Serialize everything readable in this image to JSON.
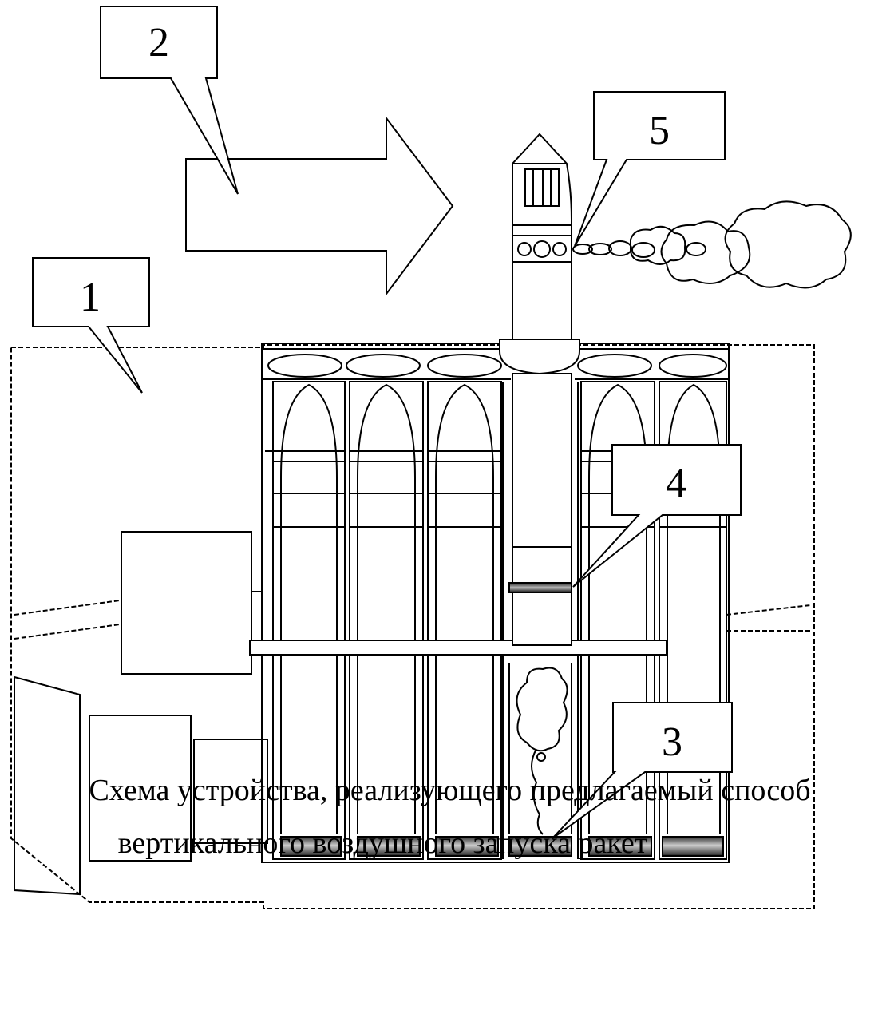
{
  "callouts": {
    "c1": "1",
    "c2": "2",
    "c3": "3",
    "c4": "4",
    "c5": "5"
  },
  "caption": {
    "line1": "Схема устройства, реализующего предлагаемый способ",
    "line2": "вертикального воздушного запуска ракет"
  }
}
